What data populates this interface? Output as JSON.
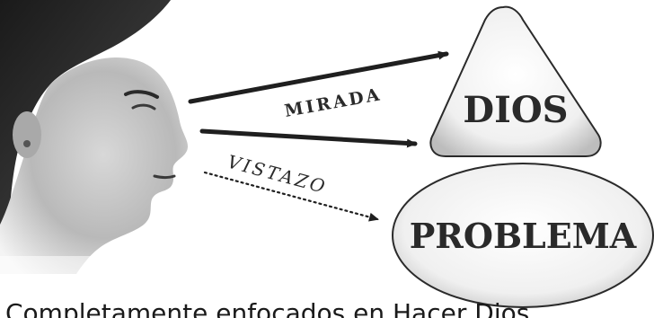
{
  "labels": {
    "mirada": "MIRADA",
    "vistazo": "VISTAZO"
  },
  "targets": {
    "dios": "DIOS",
    "problema": "PROBLEMA"
  },
  "caption": "Completamente enfocados en Hacer Dios",
  "colors": {
    "ink": "#1f1f1f",
    "shape_fill": "#f2f2f2"
  }
}
